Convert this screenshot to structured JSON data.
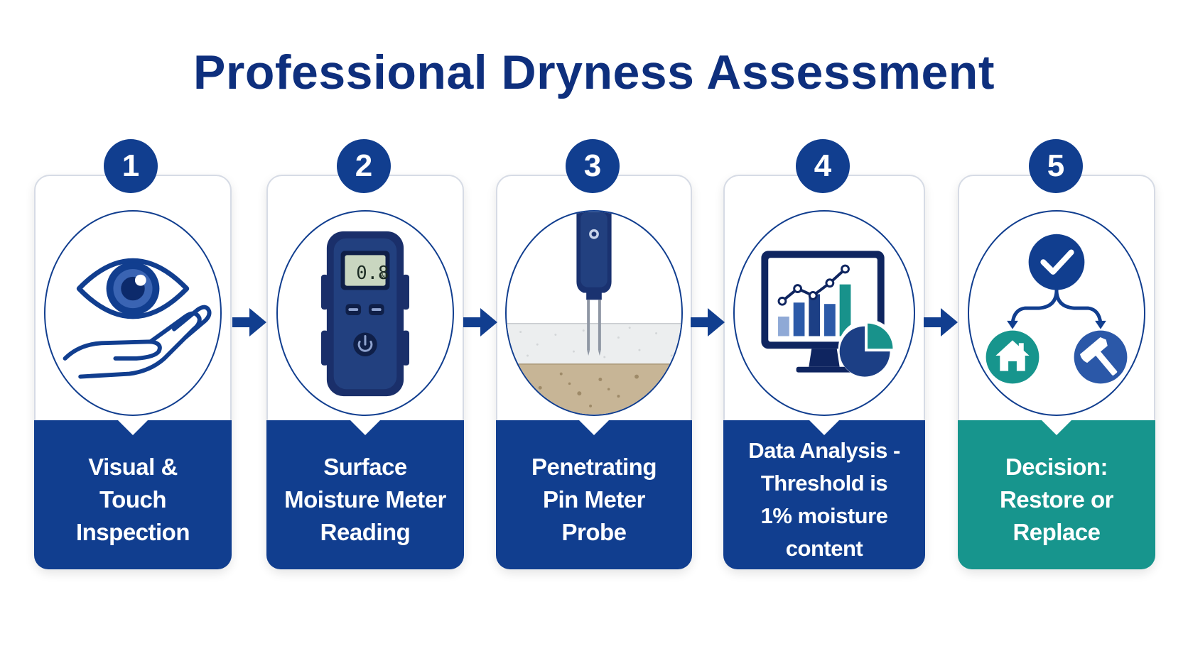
{
  "title": "Professional Dryness Assessment",
  "colors": {
    "navy": "#113e8f",
    "title": "#0e2f7d",
    "teal": "#17958d",
    "white": "#ffffff"
  },
  "steps": [
    {
      "number": "1",
      "label": "Visual &\nTouch\nInspection",
      "icon": "eye-hand-icon"
    },
    {
      "number": "2",
      "label": "Surface\nMoisture Meter\nReading",
      "icon": "moisture-meter-icon",
      "meter_reading": "0.8",
      "meter_unit": "%"
    },
    {
      "number": "3",
      "label": "Penetrating\nPin Meter\nProbe",
      "icon": "pin-probe-icon"
    },
    {
      "number": "4",
      "label": "Data Analysis -\nThreshold is\n1% moisture content",
      "icon": "monitor-chart-icon"
    },
    {
      "number": "5",
      "label": "Decision:\nRestore or\nReplace",
      "icon": "decision-icon"
    }
  ]
}
